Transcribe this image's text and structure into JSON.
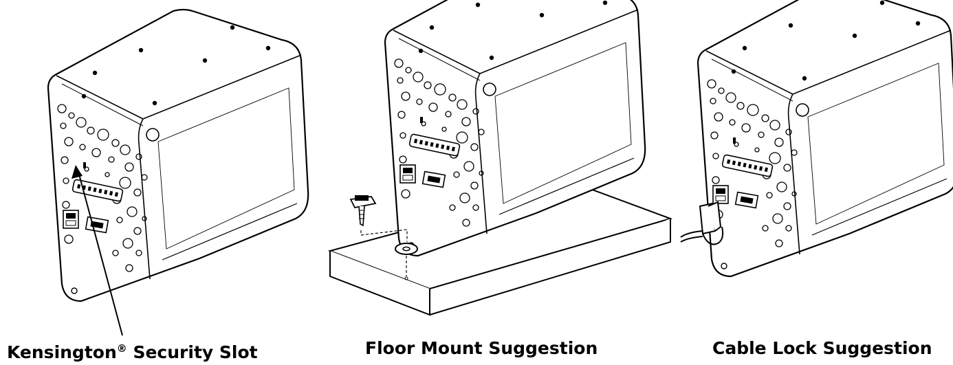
{
  "captions": {
    "kensington": {
      "text": "Kensington",
      "mark": "®",
      "rest": " Security Slot"
    },
    "floor_mount": "Floor Mount Suggestion",
    "cable_lock": "Cable Lock Suggestion"
  },
  "colors": {
    "line": "#000000",
    "fill": "#ffffff"
  },
  "icons": [
    "drive-enclosure",
    "arrow",
    "screw",
    "washer",
    "mounting-board",
    "cable-lock"
  ]
}
